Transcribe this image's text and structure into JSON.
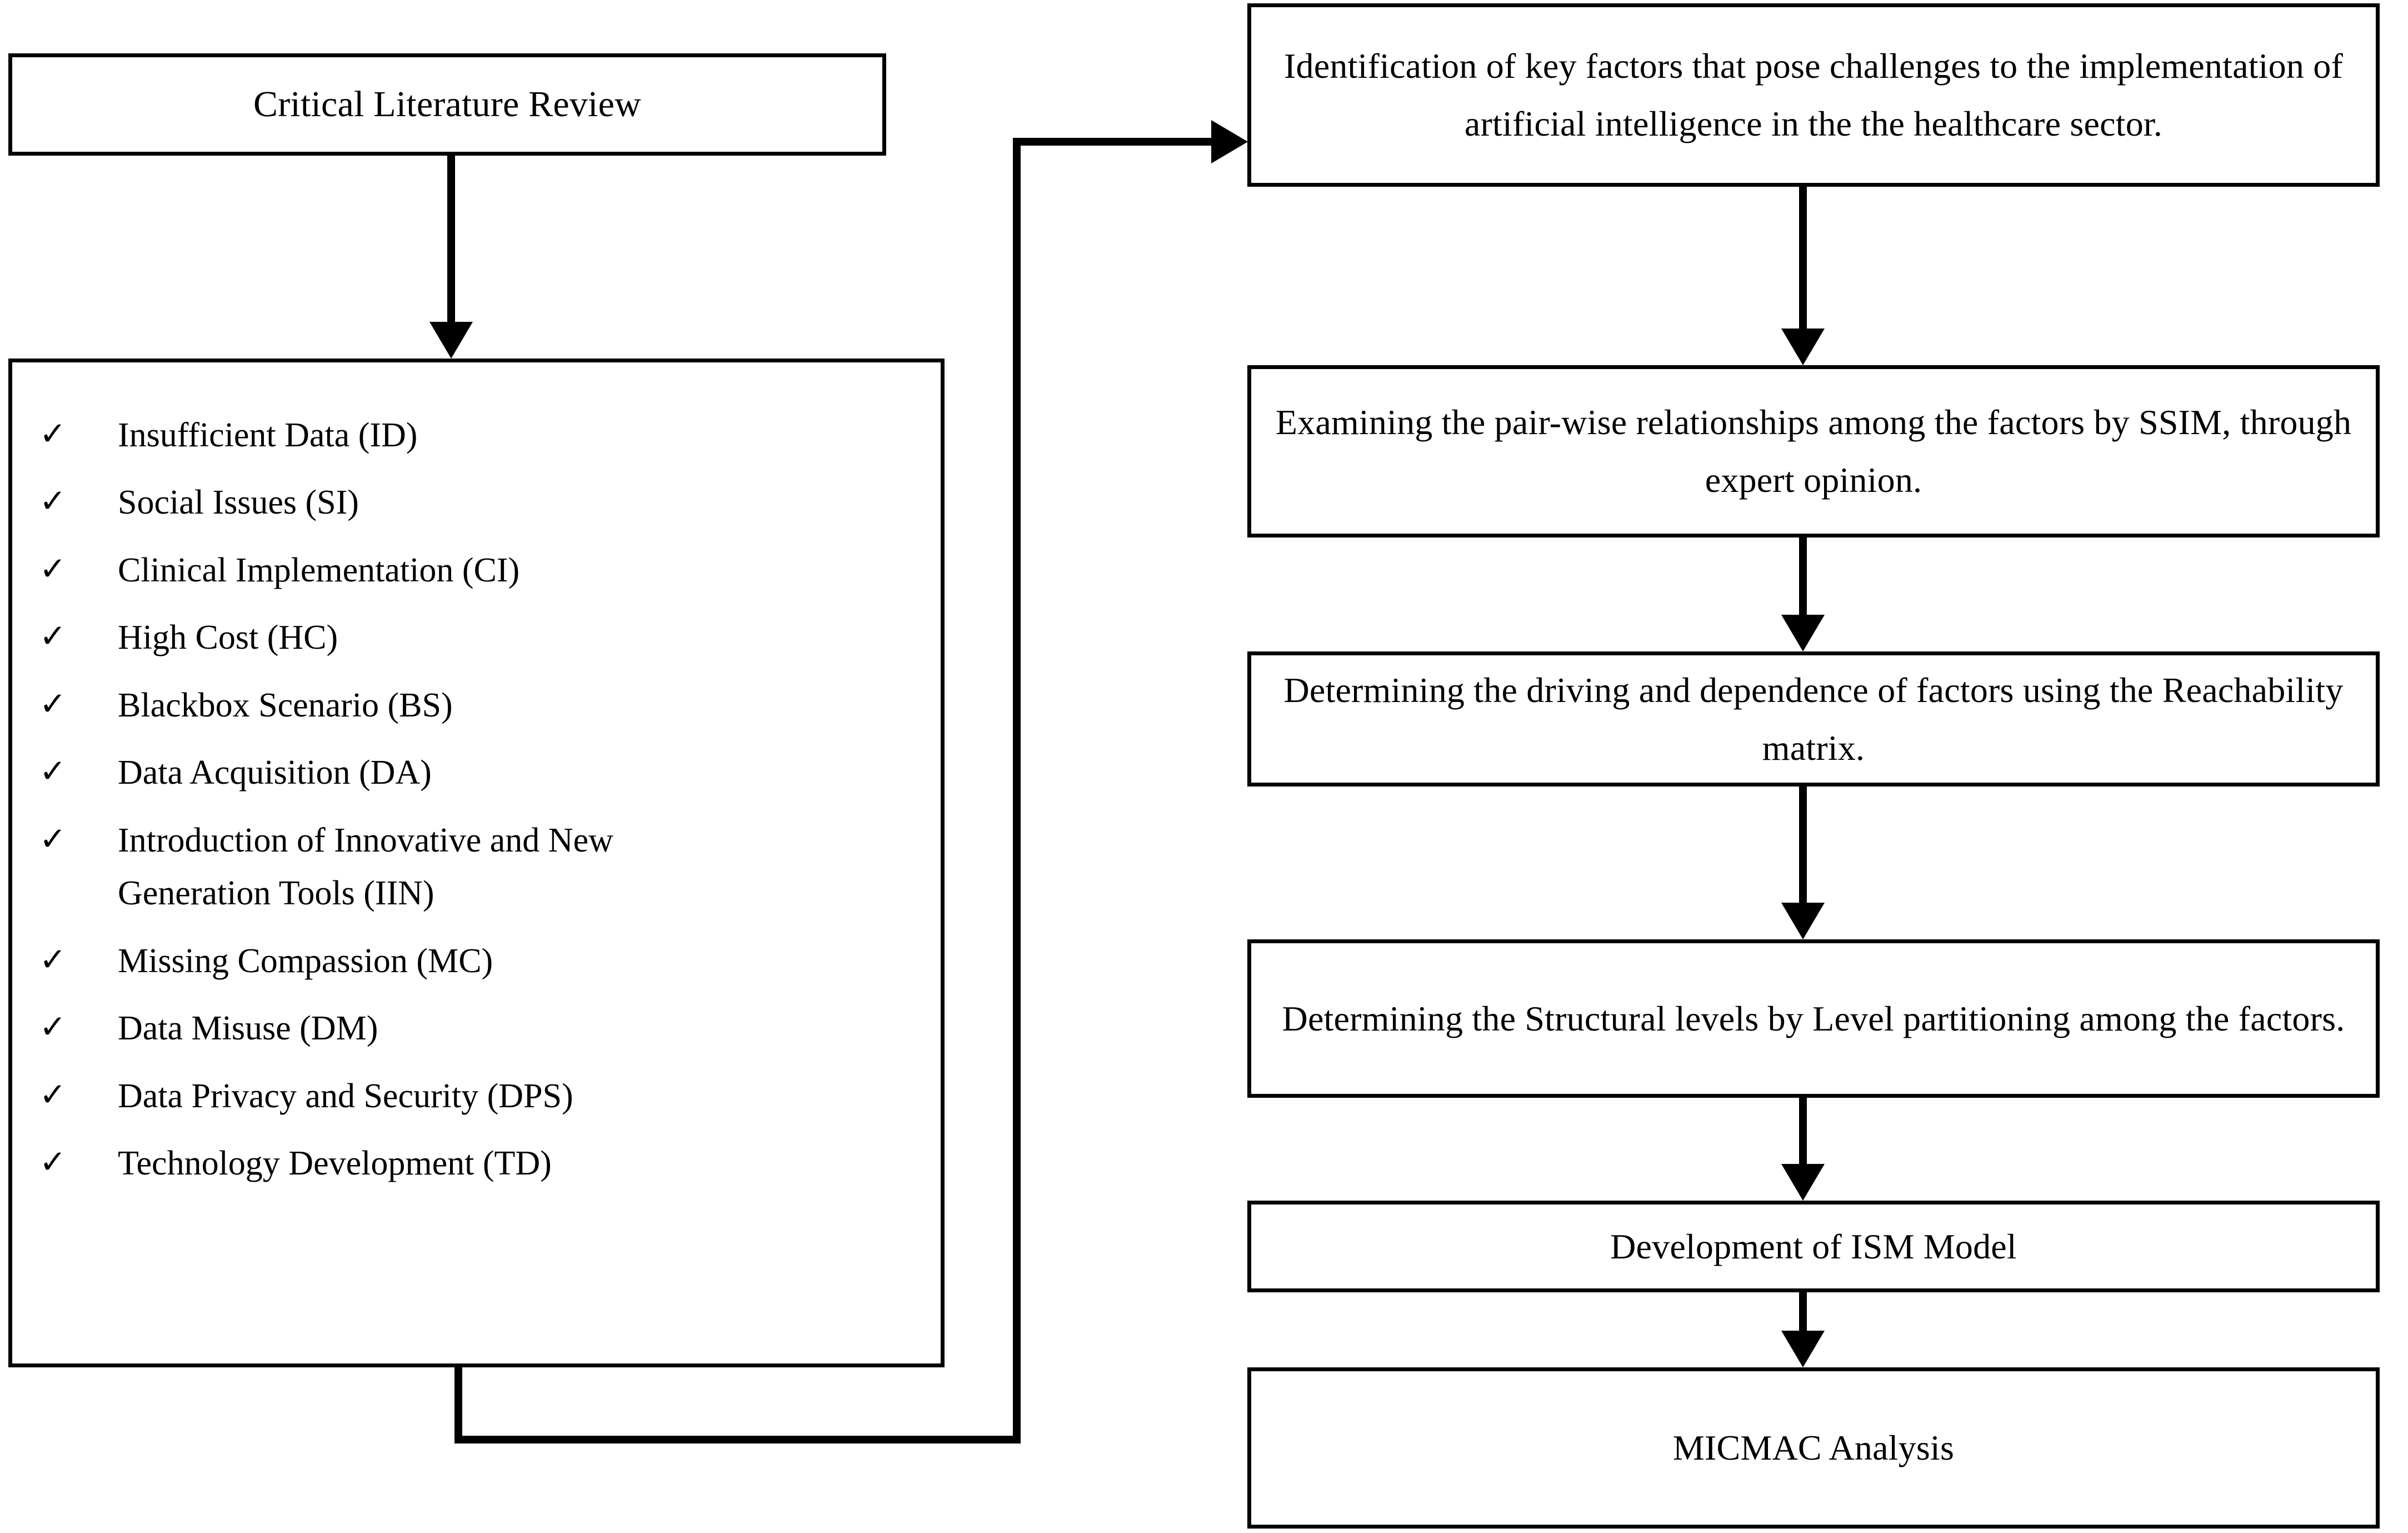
{
  "diagram": {
    "title": "ISM research methodology flowchart",
    "colors": {
      "line": "#000000",
      "background": "#ffffff",
      "text": "#000000"
    },
    "left_column": {
      "source_box": {
        "label": "Critical Literature Review"
      },
      "factors_box": {
        "bullet_glyph": "✓",
        "items": [
          {
            "label": "Insufficient Data (ID)",
            "code": "ID"
          },
          {
            "label": "Social Issues (SI)",
            "code": "SI"
          },
          {
            "label": "Clinical Implementation (CI)",
            "code": "CI"
          },
          {
            "label": "High Cost (HC)",
            "code": "HC"
          },
          {
            "label": "Blackbox Scenario (BS)",
            "code": "BS"
          },
          {
            "label": "Data Acquisition (DA)",
            "code": "DA"
          },
          {
            "label": "Introduction of Innovative and New Generation Tools (IIN)",
            "code": "IIN"
          },
          {
            "label": "Missing Compassion (MC)",
            "code": "MC"
          },
          {
            "label": "Data Misuse (DM)",
            "code": "DM"
          },
          {
            "label": "Data Privacy and Security (DPS)",
            "code": "DPS"
          },
          {
            "label": "Technology Development (TD)",
            "code": "TD"
          }
        ]
      }
    },
    "right_column": {
      "steps": [
        {
          "step": 1,
          "label": "Identification of key factors that pose challenges to the implementation of artificial intelligence in the the healthcare sector."
        },
        {
          "step": 2,
          "label": "Examining the pair-wise relationships among the factors by SSIM, through expert opinion."
        },
        {
          "step": 3,
          "label": "Determining the driving and dependence of factors using the Reachability matrix."
        },
        {
          "step": 4,
          "label": "Determining the Structural levels by Level partition­ing among the factors."
        },
        {
          "step": 5,
          "label": "Development of ISM Model"
        },
        {
          "step": 6,
          "label": "MICMAC Analysis"
        }
      ]
    }
  }
}
